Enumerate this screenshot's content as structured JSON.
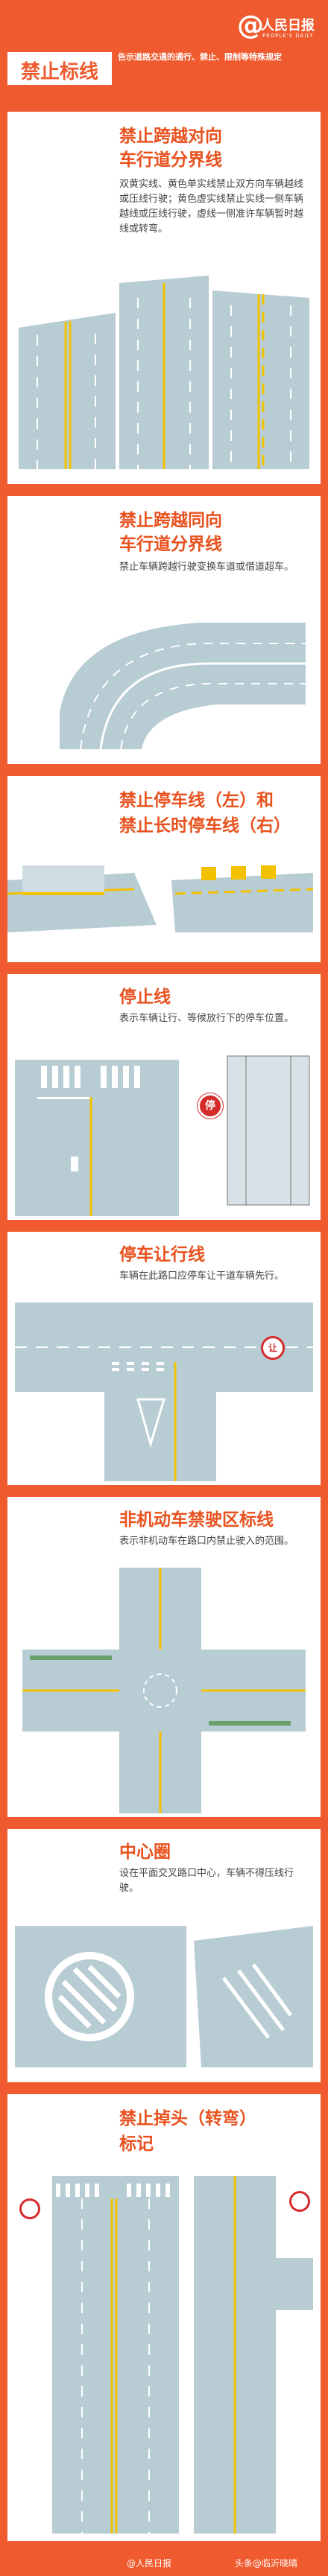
{
  "header": {
    "title": "禁止标线",
    "subtitle": "告示道路交通的通行、禁止、限制等特殊规定",
    "logo": "人民日报",
    "logo_sub": "PEOPLE'S DAILY"
  },
  "sections": [
    {
      "title_line1": "禁止跨越对向",
      "title_line2": "车行道分界线",
      "desc": "双黄实线、黄色单实线禁止双方向车辆越线或压线行驶；黄色虚实线禁止实线一侧车辆越线或压线行驶，虚线一侧准许车辆暂时越线或转弯。"
    },
    {
      "title_line1": "禁止跨越同向",
      "title_line2": "车行道分界线",
      "desc": "禁止车辆跨越行驶变换车道或借道超车。"
    },
    {
      "title_line1": "禁止停车线（左）和",
      "title_line2": "禁止长时停车线（右）",
      "desc": ""
    },
    {
      "title_line1": "停止线",
      "desc": "表示车辆让行、等候放行下的停车位置。",
      "sign": "停"
    },
    {
      "title_line1": "停车让行线",
      "desc": "车辆在此路口应停车让干道车辆先行。",
      "sign": "让"
    },
    {
      "title_line1": "非机动车禁驶区标线",
      "desc": "表示非机动车在路口内禁止驶入的范围。"
    },
    {
      "title_line1": "中心圈",
      "desc": "设在平面交叉路口中心，车辆不得压线行驶。"
    },
    {
      "title_line1": "禁止掉头（转弯）",
      "title_line2": "标记",
      "desc": ""
    }
  ],
  "footer": {
    "left": "@人民日报",
    "right": "头条@临沂晓晴"
  },
  "colors": {
    "background": "#ef5a2e",
    "accent": "#e8521f",
    "road": "#b8ccd4",
    "yellow": "#f2c200"
  }
}
